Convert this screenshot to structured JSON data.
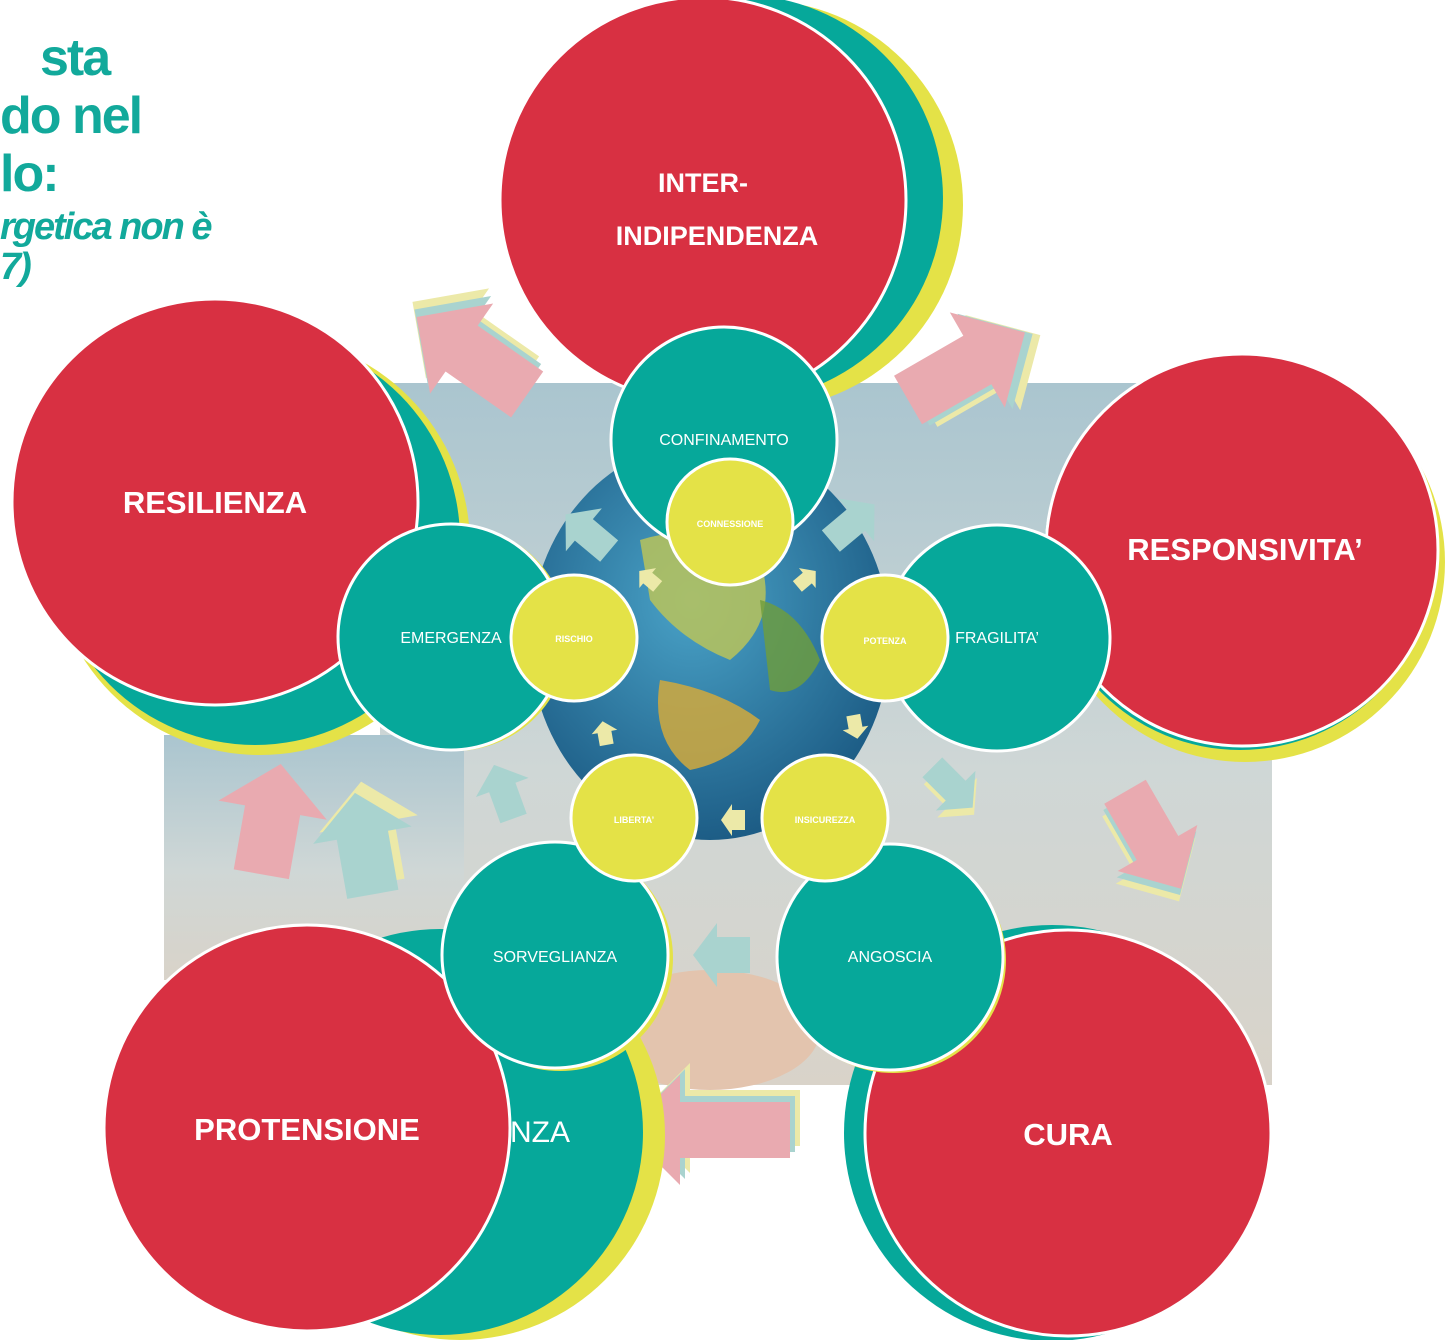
{
  "heading": {
    "line1": "sta",
    "line2": "do nel",
    "line3": "lo:",
    "line4": "rgetica non è",
    "line5": "7)"
  },
  "outer_concepts": {
    "top": {
      "line1": "INTER-",
      "line2": "INDIPENDENZA"
    },
    "left": "RESILIENZA",
    "right": "RESPONSIVITA’",
    "bottom_left": "PROTENSIONE",
    "bottom_right": "CURA",
    "partial_behind": "NZA"
  },
  "middle_concepts": {
    "top": "CONFINAMENTO",
    "left": "EMERGENZA",
    "right": "FRAGILITA’",
    "bottom_left": "SORVEGLIANZA",
    "bottom_right": "ANGOSCIA"
  },
  "inner_concepts": {
    "top": "CONNESSIONE",
    "left": "RISCHIO",
    "right": "POTENZA",
    "bottom_left": "LIBERTA’",
    "bottom_right": "INSICUREZZA"
  },
  "colors": {
    "red": "#d83042",
    "teal": "#06a89a",
    "yellow": "#e4e247",
    "heading": "#12a99b"
  }
}
